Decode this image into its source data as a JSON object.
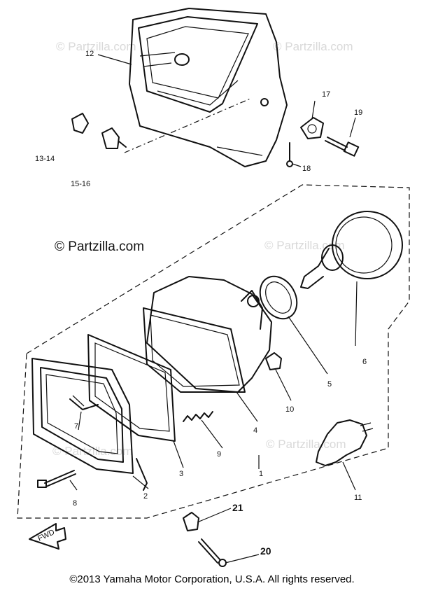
{
  "watermark": {
    "text": "© Partzilla.com"
  },
  "callouts": {
    "c1": "1",
    "c2": "2",
    "c3": "3",
    "c4": "4",
    "c5": "5",
    "c6": "6",
    "c7": "7",
    "c8": "8",
    "c9": "9",
    "c10": "10",
    "c11": "11",
    "c12": "12",
    "c13_14": "13-14",
    "c15_16": "15-16",
    "c17": "17",
    "c18": "18",
    "c19": "19",
    "c20": "20",
    "c21": "21"
  },
  "fwd_label": "FWD",
  "copyright": "©2013  Yamaha Motor Corporation, U.S.A. All rights reserved."
}
